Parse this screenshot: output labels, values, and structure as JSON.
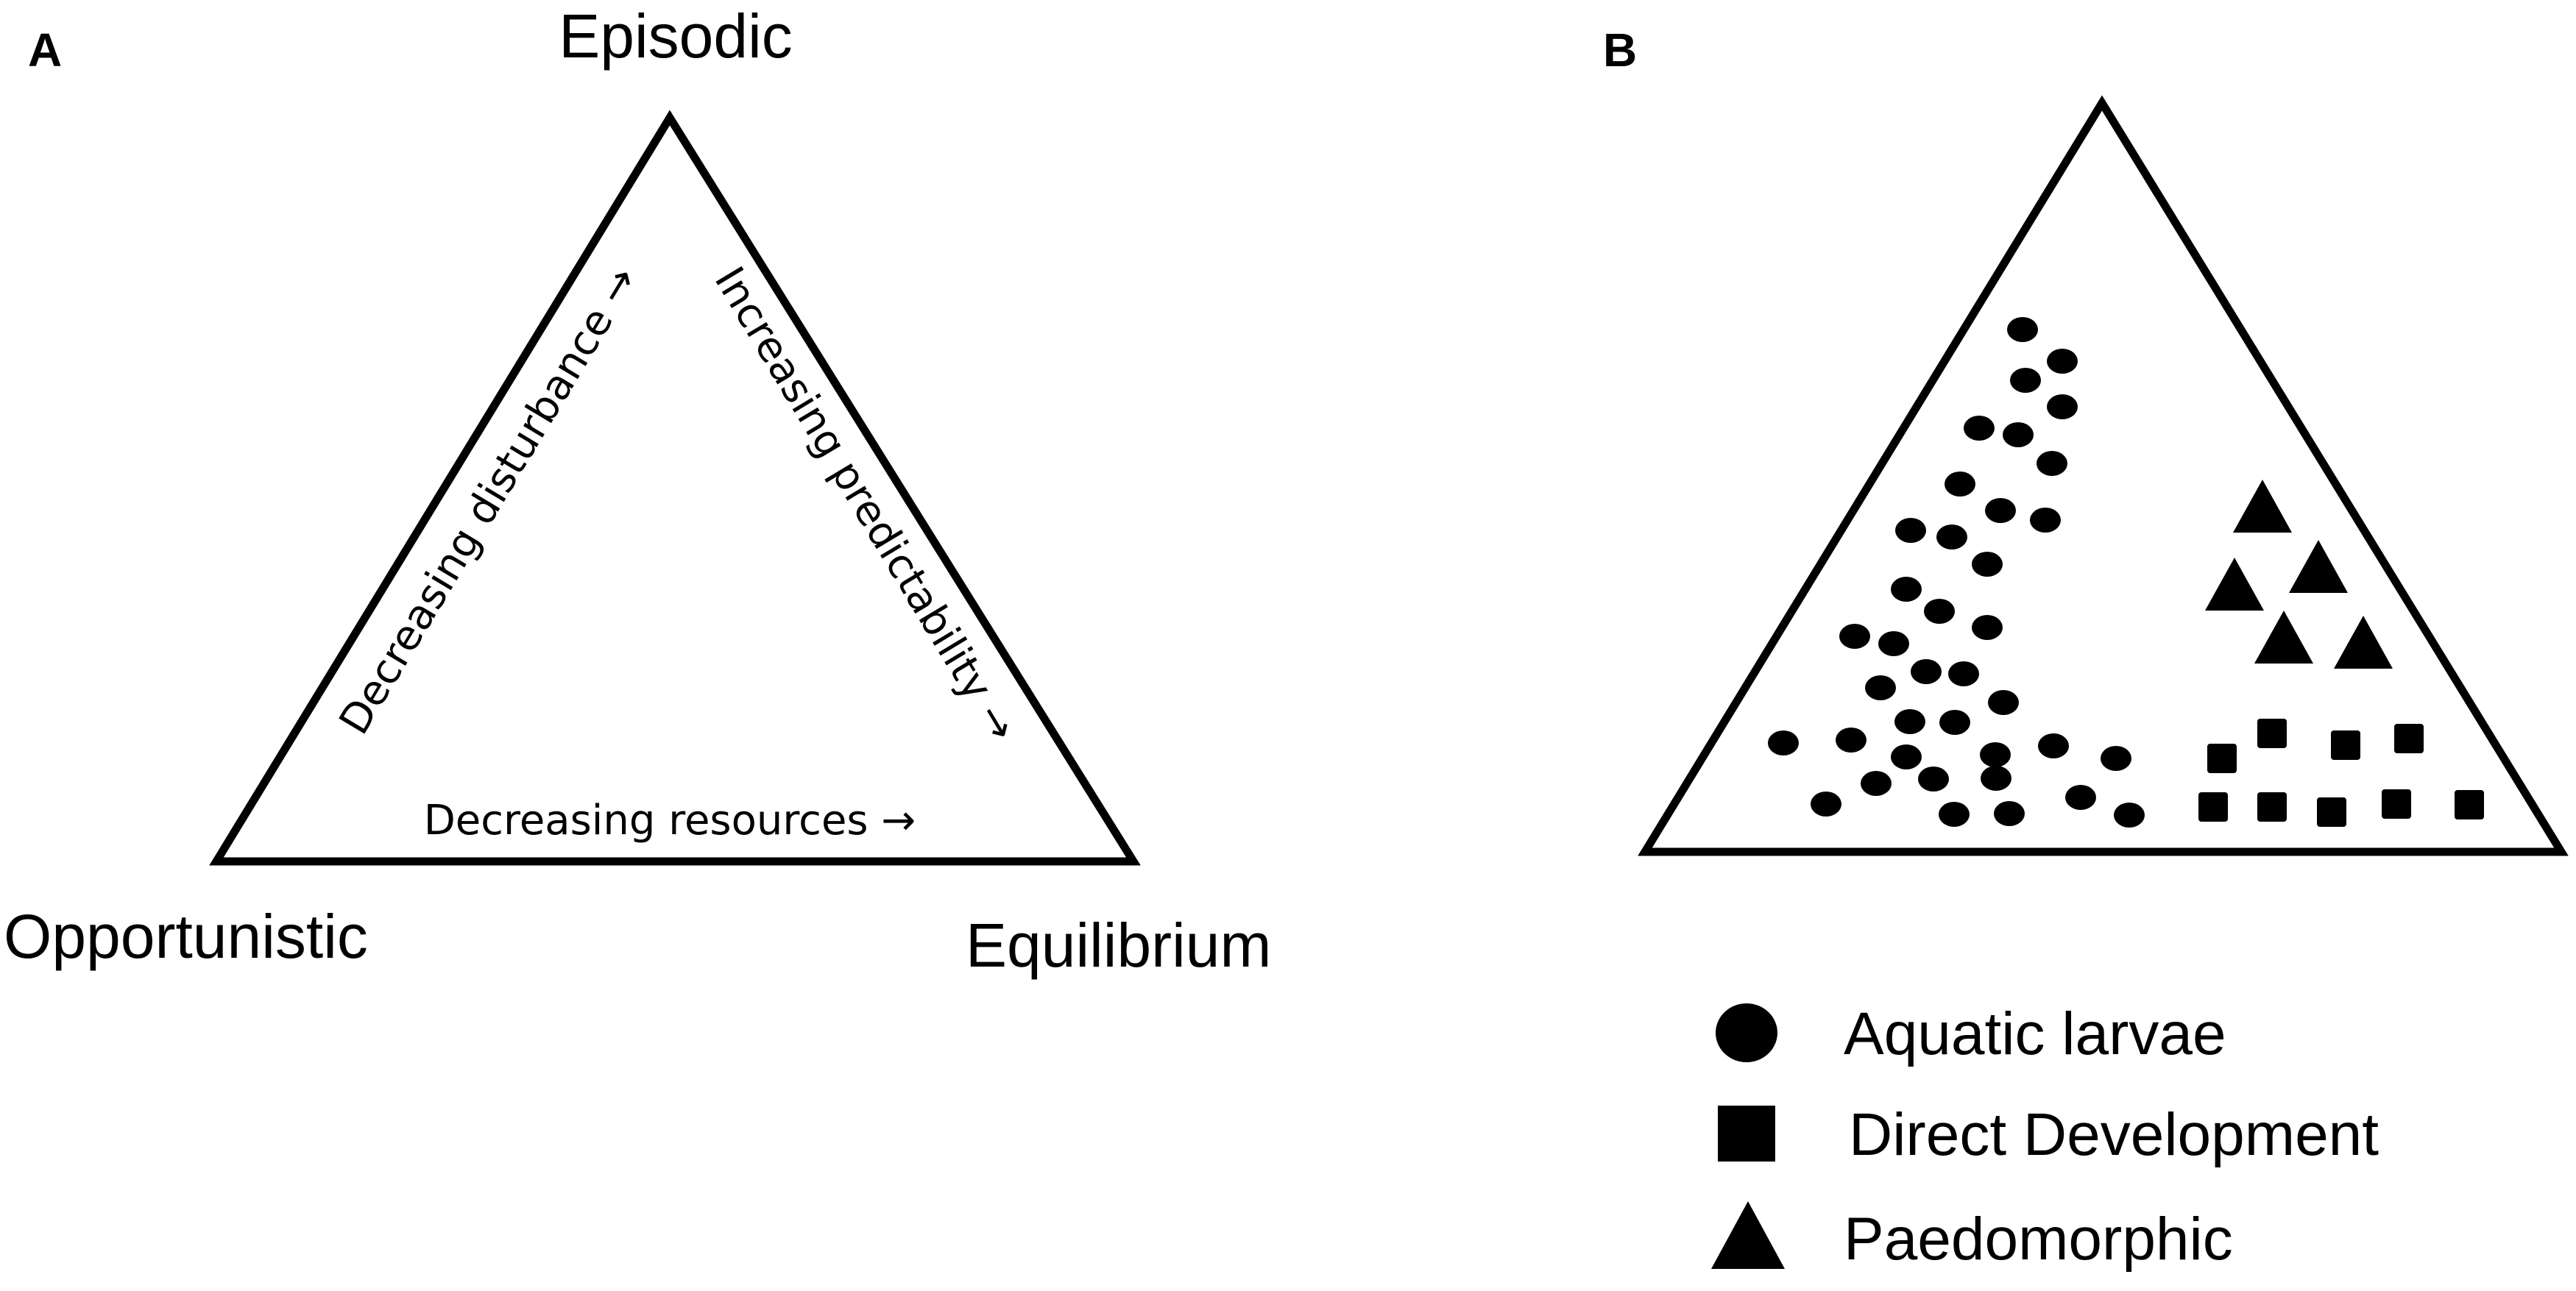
{
  "panel_a": {
    "letter": "A",
    "corners": {
      "top": "Episodic",
      "left": "Opportunistic",
      "right": "Equilibrium"
    },
    "gradients": {
      "left_side": "Decreasing disturbance →",
      "right_side": "Increasing predictability →",
      "bottom_side": "Decreasing resources →"
    }
  },
  "panel_b": {
    "letter": "B",
    "legend": [
      {
        "label": "Aquatic larvae",
        "shape": "circle"
      },
      {
        "label": "Direct Development",
        "shape": "square"
      },
      {
        "label": "Paedomorphic",
        "shape": "triangle"
      }
    ],
    "colors": {
      "marker": "#000000",
      "outline": "#000000",
      "background": "#ffffff"
    }
  }
}
